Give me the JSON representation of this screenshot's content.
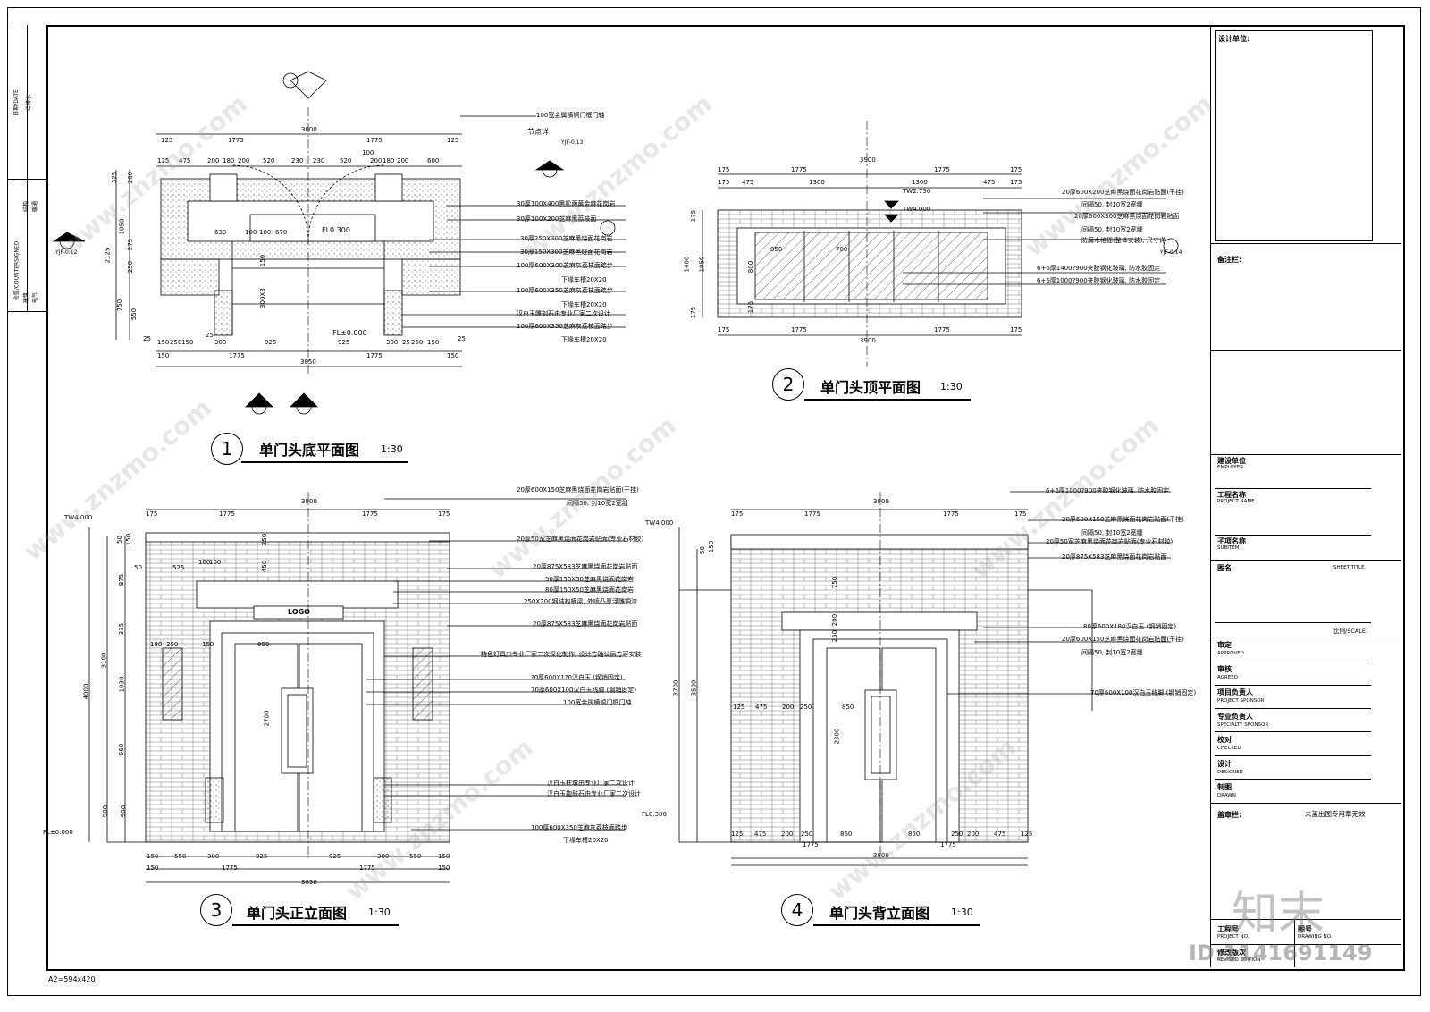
{
  "sheet": {
    "paper_size": "A2=594x420",
    "id_watermark": "ID:1141691149",
    "brand_logo": "知末",
    "watermark_text": "www.znzmo.com"
  },
  "left_strip": {
    "date": "日期/DATE",
    "gei_pai_shui": "给排水",
    "structure": "结构",
    "hvac": "暖通",
    "countersigned": "会签/COUNTERSIGNED",
    "architecture": "建筑",
    "electrical": "电气"
  },
  "title_block": {
    "design_unit": "设计单位:",
    "remarks": "备注栏:",
    "employer_cn": "建设单位",
    "employer_en": "EMPLOYER",
    "project_cn": "工程名称",
    "project_en": "PROJECT NAME",
    "subitem_cn": "子项名称",
    "subitem_en": "SUBITEM",
    "sheet_title_cn": "图名",
    "sheet_title_en": "SHEET TITLE",
    "scale": "比例/SCALE:",
    "approved_cn": "审定",
    "approved_en": "APPROVED",
    "agreed_cn": "审核",
    "agreed_en": "AGREED",
    "project_sponsor_cn": "项目负责人",
    "project_sponsor_en": "PROJECT SPONSOR",
    "specialty_cn": "专业负责人",
    "specialty_en": "SPECIALTY SPONSOR",
    "checked_cn": "校对",
    "checked_en": "CHECKED",
    "designed_cn": "设计",
    "designed_en": "DESIGNED",
    "drawn_cn": "制图",
    "drawn_en": "DRAWN",
    "seal_cn": "盖章栏:",
    "seal_note": "未盖出图专用章无效",
    "project_no_cn": "工程号",
    "project_no_en": "PROJECT NO.",
    "drawing_no_cn": "图号",
    "drawing_no_en": "DRAWING NO.",
    "revised_cn": "修改版次",
    "revised_en": "REVISED EDITION"
  },
  "views": [
    {
      "num": "1",
      "title": "单门头底平面图",
      "scale": "1:30"
    },
    {
      "num": "2",
      "title": "单门头顶平面图",
      "scale": "1:30"
    },
    {
      "num": "3",
      "title": "单门头正立面图",
      "scale": "1:30"
    },
    {
      "num": "4",
      "title": "单门头背立面图",
      "scale": "1:30"
    }
  ],
  "plan1": {
    "overall": "3800",
    "overall_bottom": "3850",
    "top_dims": [
      "125",
      "1775",
      "1775",
      "125"
    ],
    "top_dims2": [
      "125",
      "475",
      "200",
      "180",
      "200",
      "520",
      "230",
      "230",
      "520",
      "200",
      "180",
      "200",
      "600",
      "100"
    ],
    "bottom_dims": [
      "25",
      "150",
      "250",
      "150",
      "25",
      "300",
      "925",
      "925",
      "300",
      "25",
      "250",
      "150",
      "25"
    ],
    "bottom_dims2": [
      "150",
      "1775",
      "1775",
      "150"
    ],
    "left_dims": [
      "325",
      "200",
      "2125",
      "1050",
      "275",
      "250",
      "750",
      "550"
    ],
    "inner_dims": [
      "630",
      "100",
      "100",
      "670",
      "300X3",
      "150"
    ],
    "levels": [
      "FL0.300",
      "FL±0.000"
    ],
    "section_tag": "YJF-0.12",
    "detail_tag": "YJF-0.13",
    "notes": [
      "100宽金属横铜门框门轴",
      "节点详",
      "30厚100X400黑松面黄金麻花岗岩",
      "30厚100X200芝麻黑荔枝面",
      "30厚250X300芝麻黑烧面花岗岩",
      "30厚150X300芝麻黑烧面花岗岩",
      "100厚600X300芝麻灰荔枝面踏步",
      "下缘车槽20X20",
      "100厚600X350芝麻灰荔枝面踏步",
      "下缘车槽20X20",
      "汉白玉雕刻石由专业厂家二次设计",
      "100厚600X350芝麻灰荔枝面踏步",
      "下缘车槽20X20"
    ]
  },
  "plan2": {
    "overall": "3900",
    "top_dims": [
      "175",
      "1775",
      "1775",
      "175"
    ],
    "top_dims2": [
      "175",
      "475",
      "1300",
      "1300",
      "475",
      "175"
    ],
    "bottom_dims": [
      "175",
      "1775",
      "1775",
      "175"
    ],
    "left_dims": [
      "175",
      "1400",
      "1050",
      "175"
    ],
    "inner_dims": [
      "950",
      "700",
      "800",
      "175"
    ],
    "levels": [
      "TW2.750",
      "TW4.000"
    ],
    "section_tag": "YJF-0.14",
    "notes": [
      "20厚600X200芝麻黑烧面花岗岩贴面(干挂)",
      "间隔50, 封10宽2宽缝",
      "20厚600X300芝麻黑烧面花岗岩贴面",
      "间隔50, 封10宽2宽缝",
      "防腐木格栅(整体安装), 尺寸详",
      "6+6厚1400?900夹胶钢化玻璃, 防水胶固定",
      "6+6厚1000?900夹胶钢化玻璃, 防水胶固定"
    ]
  },
  "elev3": {
    "overall": "3900",
    "overall_bottom": "3850",
    "top_dims": [
      "175",
      "1775",
      "1775",
      "175"
    ],
    "bottom_dims": [
      "150",
      "550",
      "300",
      "925",
      "925",
      "300",
      "550",
      "150"
    ],
    "bottom_dims2": [
      "150",
      "1775",
      "1775",
      "150"
    ],
    "left_dims": [
      "4000",
      "3100",
      "875",
      "335",
      "1030",
      "660",
      "900",
      "900",
      "50",
      "150"
    ],
    "inner_dims": [
      "50",
      "525",
      "100",
      "100",
      "180",
      "250",
      "150",
      "850",
      "2700",
      "450",
      "250"
    ],
    "levels": [
      "TW4.000",
      "FL±0.000"
    ],
    "logo": "LOGO",
    "notes": [
      "20厚600X150芝麻黑烧面花岗岩贴面(干挂)",
      "间隔50, 封10宽2宽缝",
      "20厚50宽芝麻黑烧面花岗岩贴面(专业石材胶)",
      "20厚875X583芝麻黑烧面花岗岩贴面",
      "50厚150X50芝麻黑烧面花岗岩",
      "80厚150X50芝麻黑烧面花岗岩",
      "250X200钢结构横梁, 外喷凸厚浮雕铜漆",
      "20厚875X583芝麻黑烧面花岗岩贴面",
      "特色灯具由专业厂家二次深化制作, 设计方确认后方可安装",
      "?0厚600X1?0汉白玉 (钢销固定)",
      "70厚600X100汉白玉线脚 (钢销固定)",
      "100宽金属横铜门框门轴",
      "汉白玉柱墩由专业厂家二次设计",
      "汉白玉抱鼓石由专业厂家二次设计",
      "100厚600X350芝麻灰荔枝面踏步",
      "下缘车槽20X20"
    ]
  },
  "elev4": {
    "overall": "3900",
    "overall_bottom": "3800",
    "top_dims": [
      "175",
      "1775",
      "1775",
      "175"
    ],
    "bottom_dims": [
      "125",
      "475",
      "200",
      "250",
      "850",
      "850",
      "250",
      "200",
      "475",
      "125"
    ],
    "bottom_dims2": [
      "1775",
      "1775"
    ],
    "left_dims": [
      "3700",
      "3500",
      "50",
      "150",
      "750",
      "200",
      "250",
      "2300"
    ],
    "inner_dims": [
      "125",
      "475",
      "200",
      "250",
      "850"
    ],
    "levels": [
      "TW4.000",
      "FL0.300"
    ],
    "notes": [
      "6+6厚1000?900夹胶钢化玻璃, 防水胶固定",
      "20厚600X150芝麻黑烧面花岗岩贴面(干挂)",
      "间隔50, 封10宽2宽缝",
      "20厚50宽芝麻黑烧面花岗岩贴面(专业石材胶)",
      "20厚875X583芝麻黑烧面花岗岩贴面",
      "80厚600X180汉白玉 (钢销固定)",
      "20厚600X150芝麻黑烧面花岗岩贴面(干挂)",
      "间隔50, 封10宽2宽缝",
      "70厚600X100汉白玉线脚 (钢销固定)"
    ]
  }
}
